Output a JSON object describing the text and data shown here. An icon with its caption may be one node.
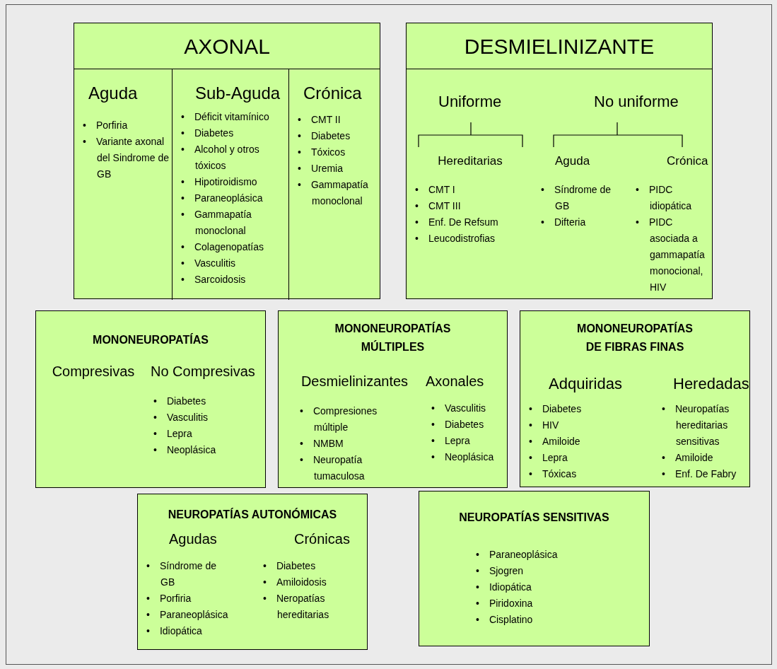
{
  "diagram": {
    "nodes": [
      {
        "text": [
          "AXONAL"
        ]
      },
      {
        "text": [
          "Aguda",
          "• Porfiria",
          "• Variante axonal del Sindrome de GB"
        ],
        "in": 0
      },
      {
        "text": [
          "Sub-Aguda",
          "• Déficit vitamínico",
          "• Diabetes",
          "• Alcohol y otros tóxicos",
          "• Hipotiroidismo",
          "• Paraneoplásica",
          "• Gammapatía monoclonal",
          "• Colagenopatías",
          "• Vasculitis",
          "• Sarcoidosis"
        ],
        "in": 0
      },
      {
        "text": [
          "Crónica",
          "• CMT II",
          "• Diabetes",
          "• Tóxicos",
          "• Uremia",
          "• Gammapatía monoclonal"
        ],
        "in": 0
      },
      {
        "text": [
          "DESMIELINIZANTE",
          "Uniforme",
          "No uniforme"
        ]
      },
      {
        "text": [
          "Hereditarias",
          "• CMT I",
          "• CMT III",
          "• Enf. De Refsum",
          "• Leucodistrofias"
        ],
        "in": 4
      },
      {
        "text": [
          "Aguda",
          "• Síndrome de GB",
          "• Difteria"
        ],
        "in": 4
      },
      {
        "text": [
          "Crónica",
          "• PIDC idiopática",
          "• PIDC asociada a gammapatía monocional, HIV"
        ],
        "in": 4
      },
      {
        "text": [
          "MONONEUROPATÍAS"
        ]
      },
      {
        "text": [
          "Compresivas"
        ],
        "in": 8
      },
      {
        "text": [
          "No Compresivas",
          "• Diabetes",
          "• Vasculitis",
          "• Lepra",
          "• Neoplásica"
        ],
        "in": 8
      },
      {
        "text": [
          "MONONEUROPATÍAS MÚLTIPLES"
        ]
      },
      {
        "text": [
          "Desmielinizantes",
          "• Compresiones múltiple",
          "• NMBM",
          "• Neuropatía tumaculosa"
        ],
        "in": 11
      },
      {
        "text": [
          "Axonales",
          "• Vasculitis",
          "• Diabetes",
          "• Lepra",
          "• Neoplásica"
        ],
        "in": 11
      },
      {
        "text": [
          "MONONEUROPATÍAS DE FIBRAS FINAS"
        ]
      },
      {
        "text": [
          "Adquiridas",
          "• Diabetes",
          "• HIV",
          "• Amiloide",
          "• Lepra",
          "• Tóxicas"
        ],
        "in": 14
      },
      {
        "text": [
          "Heredadas",
          "• Neuropatías hereditarias sensitivas",
          "• Amiloide",
          "• Enf. De Fabry"
        ],
        "in": 14
      },
      {
        "text": [
          "NEUROPATÍAS AUTONÓMICAS"
        ]
      },
      {
        "text": [
          "Agudas",
          "• Síndrome de GB",
          "• Porfiria",
          "• Paraneoplásica",
          "• Idiopática"
        ],
        "in": 17
      },
      {
        "text": [
          "Crónicas",
          "• Diabetes",
          "• Amiloidosis",
          "• Neropatías hereditarias"
        ],
        "in": 17
      },
      {
        "text": [
          "NEUROPATÍAS SENSITIVAS",
          "• Paraneoplásica",
          "• Sjogren",
          "• Idiopática",
          "• Piridoxina",
          "• Cisplatino"
        ]
      }
    ]
  }
}
